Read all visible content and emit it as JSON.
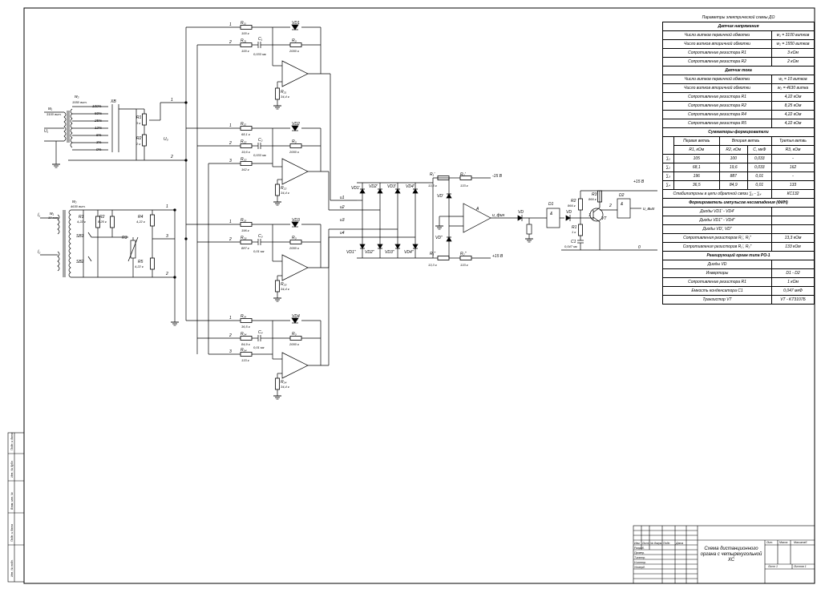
{
  "colors": {
    "line": "#000000",
    "paper": "#ffffff"
  },
  "params": {
    "title": "Параметры электрической схемы ДО",
    "voltage_sensor": {
      "header": "Датчик напряжения",
      "rows": [
        [
          "Число витков первичной обмотки",
          "w₁ = 3100 витков"
        ],
        [
          "Число витков вторичной обмотки",
          "w₂ = 1550 витков"
        ],
        [
          "Сопротивление резистора R1",
          "3 кОм"
        ],
        [
          "Сопротивление резистора R2",
          "2 кОм"
        ]
      ]
    },
    "current_sensor": {
      "header": "Датчик тока",
      "rows": [
        [
          "Число витков первичной обмотки",
          "w₁ = 10 витков"
        ],
        [
          "Число витков вторичной обмотки",
          "w₂ = 4630 витка"
        ],
        [
          "Сопротивление резистора R1",
          "4,22 кОм"
        ],
        [
          "Сопротивление резистора R2",
          "8,25 кОм"
        ],
        [
          "Сопротивление резистора R4",
          "4,22 кОм"
        ],
        [
          "Сопротивление резистора R5",
          "4,22 кОм"
        ]
      ]
    },
    "summators": {
      "header": "Сумматоры-формирователи",
      "groups": [
        "Первая ветвь",
        "Вторая ветвь",
        "Третья ветвь"
      ],
      "cols": [
        "R1, кОм",
        "R2, кОм",
        "C, мкФ",
        "R3, кОм"
      ],
      "rows": [
        [
          "∑₁",
          "105",
          "100",
          "0,033",
          "-"
        ],
        [
          "∑₂",
          "68,1",
          "19,6",
          "0,033",
          "162"
        ],
        [
          "∑₃",
          "196",
          "887",
          "0,01",
          "-"
        ],
        [
          "∑₄",
          "36,5",
          "84,9",
          "0,01",
          "133"
        ]
      ],
      "zener_label": "Стабилитроны в цепи обратной связи ∑₁ - ∑₄",
      "zener_value": "КС132"
    },
    "pulse_former": {
      "header": "Формирователь импульсов несовпадения (ФИН)",
      "rows": [
        [
          "Диоды VD1' - VD4'",
          ""
        ],
        [
          "Диоды VD1\" - VD4\"",
          ""
        ],
        [
          "Диоды VD', VD\"",
          ""
        ],
        [
          "Сопротивления резисторов R₁', R₁\"",
          "13,3 кОм"
        ],
        [
          "Сопротивления резисторов R₂', R₂\"",
          "133 кОм"
        ]
      ]
    },
    "relay": {
      "header": "Реагирующий орган типа РО-1",
      "rows": [
        [
          "Диоды VD",
          ""
        ],
        [
          "Инверторы",
          "D1 - D2"
        ],
        [
          "Сопротивление резистора R1",
          "1 кОм"
        ],
        [
          "Емкость конденсатора C1",
          "0,047 мкФ"
        ],
        [
          "Транзистор VT",
          "VT - KT3107Б"
        ]
      ]
    }
  },
  "schematic": {
    "vs": {
      "w1": "w₁",
      "w1n": "3100 вит.",
      "w2": "w₂",
      "w2n": "1550 вит.",
      "u": "U₁",
      "xb": "XB",
      "taps": [
        "100%",
        "50%",
        "25%",
        "12%",
        "6%",
        "3%",
        "0%"
      ],
      "r1": "R1",
      "r1v": "3 к",
      "r2": "R2",
      "r2v": "2 к",
      "k": "K",
      "uo": "U₀"
    },
    "cs": {
      "w1": "w₁",
      "w1n": "10 вит.",
      "w2": "w₂",
      "w2n": "4630 вит.",
      "i1": "İ₁",
      "i2": "İ₂",
      "sb1": "SB1",
      "sb2": "SB2",
      "r1": "R1",
      "r1v": "4,22 к",
      "r2": "R2",
      "r2v": "8,25 к",
      "r3": "R3",
      "r4": "R4",
      "r4v": "4,22 к",
      "r5": "R5",
      "r5v": "4,22 к"
    },
    "node_nums": [
      "1",
      "2",
      "3"
    ],
    "sums": [
      {
        "r1": "R₁₁",
        "r1v": "100 к",
        "r2": "R₂₁",
        "r2v": "100 к",
        "c": "C₁",
        "cv": "0,033 мк",
        "rf": "R₀",
        "rfv": "2000 к",
        "rb": "R₂₁",
        "rbv": "34,4 к",
        "vd": "VD1"
      },
      {
        "r1": "R₁₂",
        "r1v": "68,1 к",
        "r2": "R₂₂",
        "r2v": "19,6 к",
        "c": "C₂",
        "cv": "0,033 мк",
        "rf": "R₀",
        "rfv": "2000 к",
        "r3": "R₃₂",
        "r3v": "162 к",
        "rb": "R₂₂",
        "rbv": "34,4 к",
        "vd": "VD2"
      },
      {
        "r1": "R₁₃",
        "r1v": "196 к",
        "r2": "R₂₃",
        "r2v": "887 к",
        "c": "C₃",
        "cv": "0,01 мк",
        "rf": "R₀",
        "rfv": "2000 к",
        "rb": "R₂₃",
        "rbv": "34,4 к",
        "vd": "VD3"
      },
      {
        "r1": "R₁₄",
        "r1v": "36,5 к",
        "r2": "R₂₄",
        "r2v": "84,9 к",
        "c": "C₄",
        "cv": "0,01 мк",
        "rf": "R₀",
        "rfv": "2000 к",
        "r3": "R₃₄",
        "r3v": "133 к",
        "rb": "R₂₄",
        "rbv": "34,4 к",
        "vd": "VD4"
      }
    ],
    "fin": {
      "u": [
        "u1",
        "u2",
        "u3",
        "u4"
      ],
      "vdt": [
        "VD1'",
        "VD2'",
        "VD3'",
        "VD4'"
      ],
      "vdb": [
        "VD1\"",
        "VD2\"",
        "VD3\"",
        "VD4\""
      ],
      "r1a": "R₁'",
      "r1av": "13,3 к",
      "r2a": "R₂'",
      "r2av": "133 к",
      "r1b": "R₁\"",
      "r1bv": "13,3 к",
      "r2b": "R₂\"",
      "r2bv": "133 к",
      "vp": "-15 В",
      "vn": "+15 В",
      "vda": "VD'",
      "vdb2": "VD\"",
      "a": "A",
      "ufin": "u_фин"
    },
    "ro": {
      "vd": "VD",
      "vd2": "VD",
      "d1": "D1",
      "d1s": "&",
      "d2": "D2",
      "d2s": "&",
      "r1": "R1",
      "r1v": "1 к",
      "c1": "C1",
      "c1v": "0,047 мк",
      "r2": "R2",
      "r2v": "866 к",
      "r3": "R3",
      "r3v": "866 к",
      "vt": "VT",
      "vp": "+15 В",
      "zero": "0",
      "out": "u_вых",
      "n1": "1",
      "n2": "2"
    }
  },
  "title_block": {
    "name": "Схема дистанционного органа с четырехугольной ХС",
    "cols": [
      "Лит.",
      "Масса",
      "Масштаб"
    ],
    "sheet": "Лист 1",
    "sheets": "Листов 1",
    "roles": [
      "Разраб.",
      "Провер.",
      "Т.контр.",
      "Н.контр.",
      "Утверд."
    ],
    "cols2": [
      "Изм.",
      "Лист",
      "№ докум.",
      "Подп.",
      "Дата"
    ]
  },
  "side_stamp": [
    "Инв. № подл.",
    "Подп. и дата",
    "Взам. инв. №",
    "Инв. № дубл.",
    "Подп. и дата"
  ]
}
